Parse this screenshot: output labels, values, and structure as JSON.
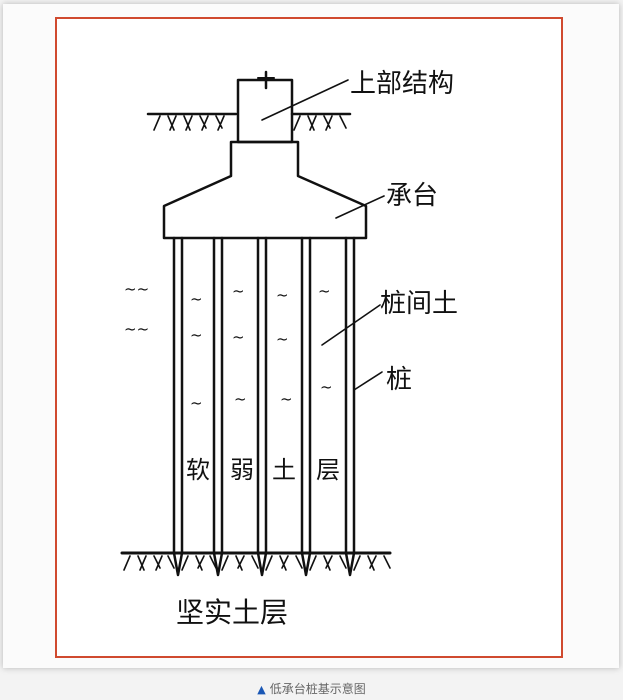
{
  "diagram": {
    "labels": {
      "superstructure": "上部结构",
      "pile_cap": "承台",
      "soil_between_piles": "桩间土",
      "pile": "桩",
      "soft_layer_chars": [
        "软",
        "弱",
        "土",
        "层"
      ],
      "firm_layer": "坚实土层"
    }
  },
  "caption": {
    "marker": "▲",
    "text": "低承台桩基示意图"
  },
  "colors": {
    "frame_border": "#d04a2f",
    "ink": "#111111",
    "caption_marker": "#1a57b5"
  }
}
